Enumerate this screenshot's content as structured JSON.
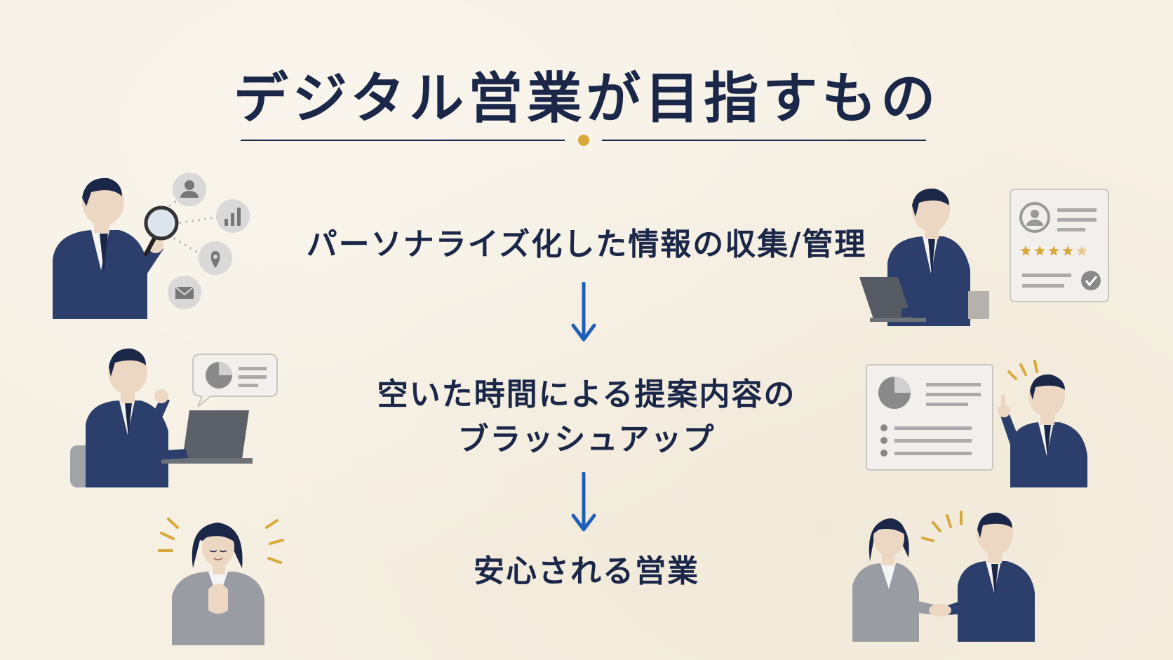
{
  "title": "デジタル営業が目指すもの",
  "steps": [
    {
      "line1": "パーソナライズ化した情報の収集/管理"
    },
    {
      "line1": "空いた時間による提案内容の",
      "line2": "ブラッシュアップ"
    },
    {
      "line1": "安心される営業"
    }
  ],
  "review_rating_stars": 4.5,
  "colors": {
    "background": "#f6f0e3",
    "navy": "#1b2748",
    "gold": "#d8a93a",
    "arrow_blue": "#1f5fb8",
    "gray_suit": "#9a9ca3",
    "skin": "#ecd7c3"
  },
  "icons": {
    "collect": [
      "user-icon",
      "bar-chart-icon",
      "location-pin-icon",
      "mail-icon",
      "magnifier-icon"
    ],
    "review": [
      "profile-card-icon",
      "star-rating-icon",
      "check-icon"
    ],
    "bubble": [
      "pie-chart-icon"
    ],
    "present": [
      "pie-chart-icon",
      "list-icon"
    ],
    "flow": [
      "arrow-down-icon"
    ]
  }
}
